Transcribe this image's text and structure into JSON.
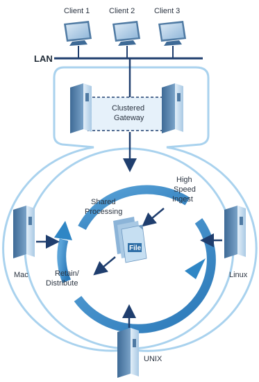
{
  "clients": [
    {
      "label": "Client 1"
    },
    {
      "label": "Client 2"
    },
    {
      "label": "Client 3"
    }
  ],
  "lan_label": "LAN",
  "gateway": {
    "line1": "Clustered",
    "line2": "Gateway"
  },
  "stages": {
    "ingest": [
      "High",
      "Speed",
      "Ingest"
    ],
    "processing": [
      "Shared",
      "Processing"
    ],
    "distribute": [
      "Retain/",
      "Distribute"
    ]
  },
  "file_label": "File",
  "servers": {
    "mac": "Mac",
    "linux": "Linux",
    "unix": "UNIX"
  },
  "colors": {
    "accent_blue": "#2f86c5",
    "light_blue": "#a9d2ee",
    "navy": "#1f3e6e",
    "server_dark": "#4f7aa3",
    "server_light": "#c6dff2"
  },
  "icons": [
    "monitor-icon",
    "server-tower-icon",
    "file-stack-icon",
    "arrow-icon"
  ]
}
